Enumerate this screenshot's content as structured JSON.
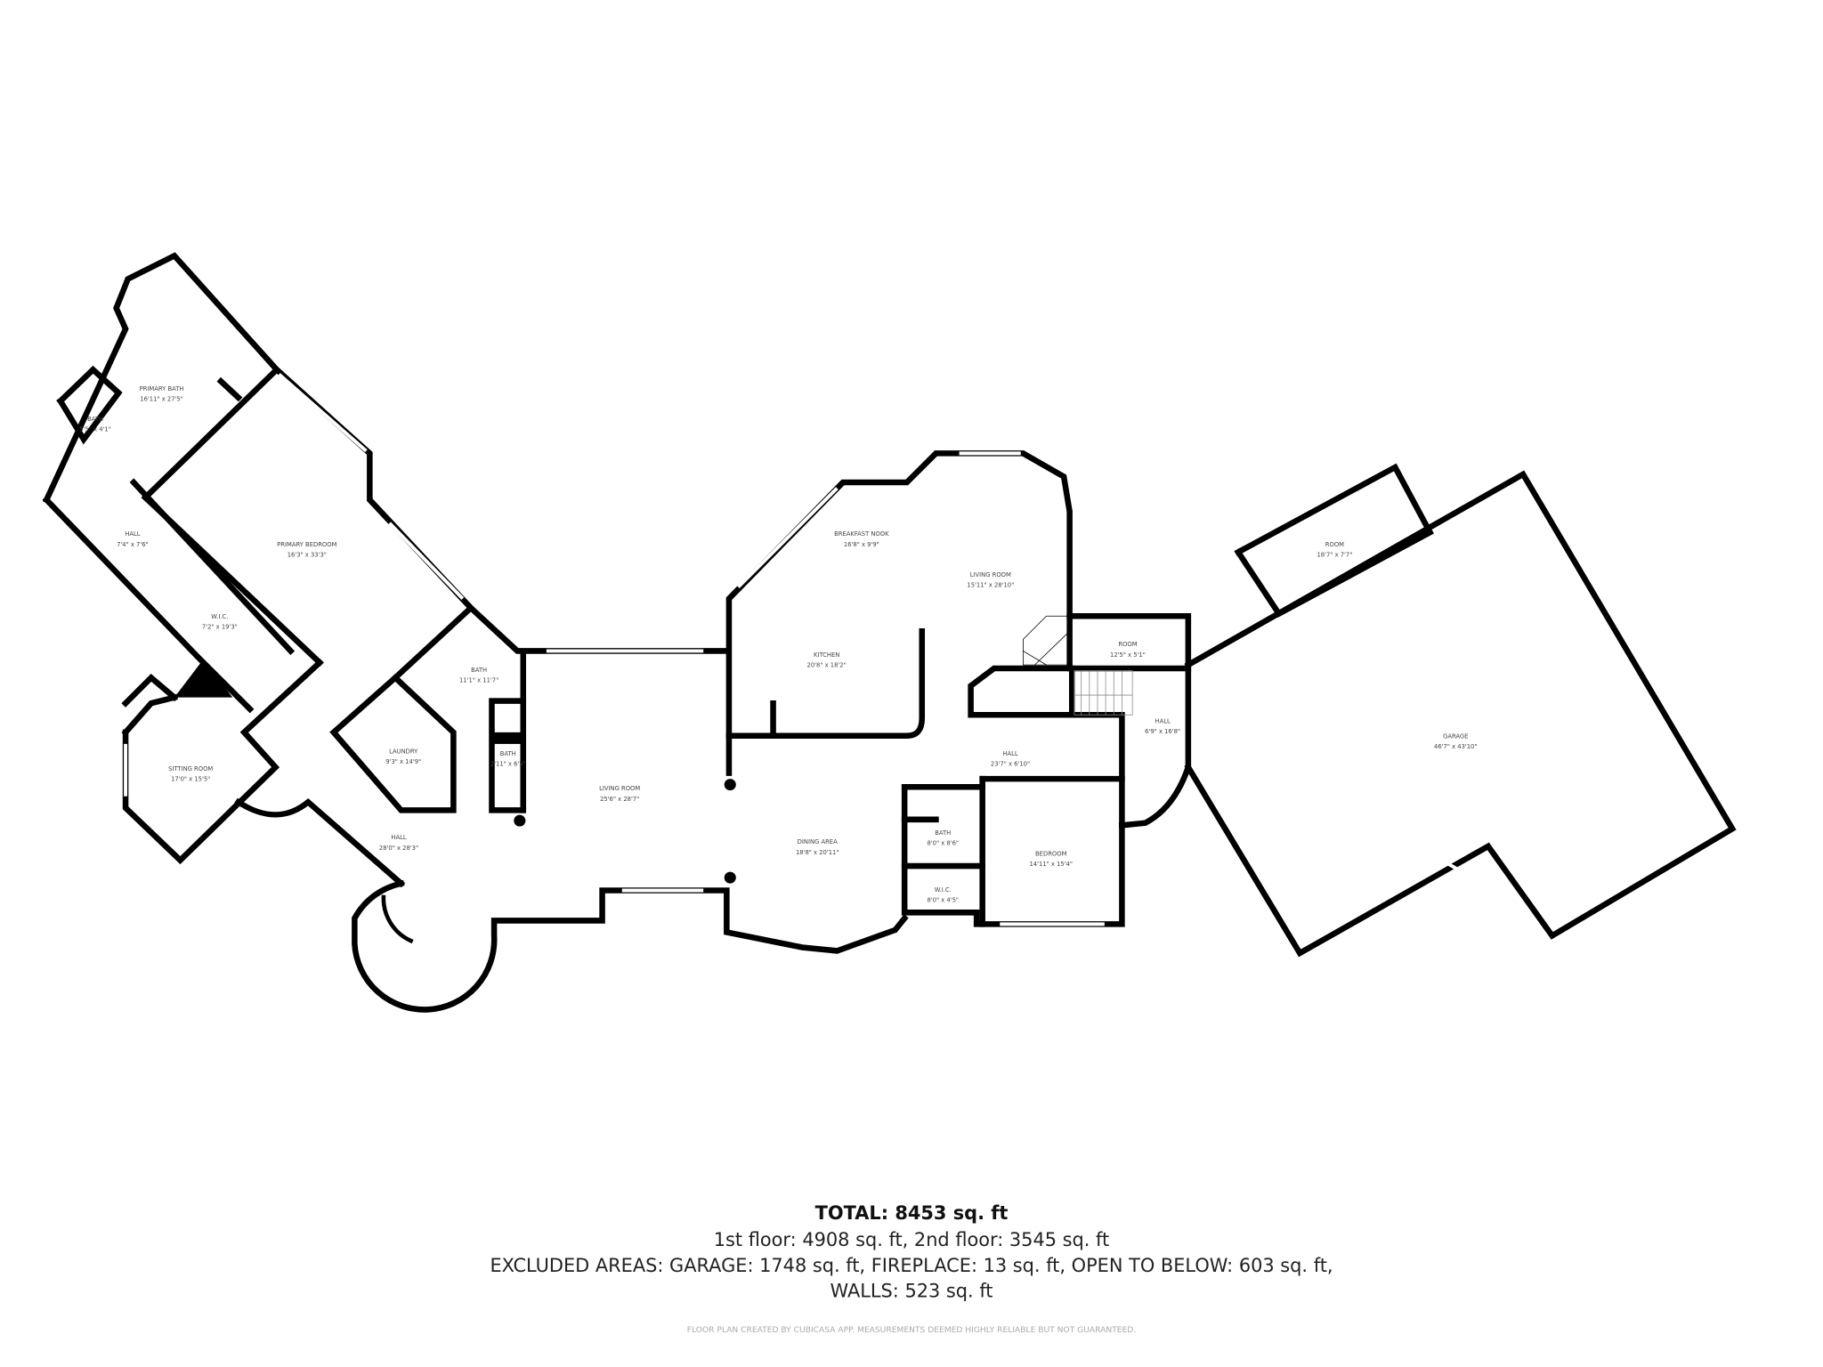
{
  "rooms": {
    "primary_bath": {
      "name": "PRIMARY BATH",
      "dim": "16'11\" x 27'5\""
    },
    "bath_small": {
      "name": "BATH",
      "dim": "5'5\" x 4'1\""
    },
    "hall_upper_left": {
      "name": "HALL",
      "dim": "7'4\" x 7'6\""
    },
    "primary_bedroom": {
      "name": "PRIMARY BEDROOM",
      "dim": "16'3\" x 33'3\""
    },
    "wic_left": {
      "name": "W.I.C.",
      "dim": "7'2\" x 19'3\""
    },
    "bath_mid": {
      "name": "BATH",
      "dim": "11'1\" x 11'7\""
    },
    "laundry": {
      "name": "LAUNDRY",
      "dim": "9'3\" x 14'9\""
    },
    "bath_narrow": {
      "name": "BATH",
      "dim": "2'11\" x 6'5\""
    },
    "sitting_room": {
      "name": "SITTING ROOM",
      "dim": "17'0\" x 15'5\""
    },
    "hall_main": {
      "name": "HALL",
      "dim": "28'0\" x 28'3\""
    },
    "living_room_main": {
      "name": "LIVING ROOM",
      "dim": "25'6\" x 28'7\""
    },
    "breakfast_nook": {
      "name": "BREAKFAST NOOK",
      "dim": "16'8\" x 9'9\""
    },
    "living_room_upper": {
      "name": "LIVING ROOM",
      "dim": "15'11\" x 28'10\""
    },
    "kitchen": {
      "name": "KITCHEN",
      "dim": "20'8\" x 18'2\""
    },
    "room_small": {
      "name": "ROOM",
      "dim": "12'5\" x 5'1\""
    },
    "hall_right": {
      "name": "HALL",
      "dim": "6'9\" x 16'8\""
    },
    "hall_center": {
      "name": "HALL",
      "dim": "23'7\" x 6'10\""
    },
    "dining_area": {
      "name": "DINING AREA",
      "dim": "18'8\" x 20'11\""
    },
    "bath_right": {
      "name": "BATH",
      "dim": "8'0\" x 8'6\""
    },
    "wic_right": {
      "name": "W.I.C.",
      "dim": "8'0\" x 4'5\""
    },
    "bedroom": {
      "name": "BEDROOM",
      "dim": "14'11\" x 15'4\""
    },
    "room_garage": {
      "name": "ROOM",
      "dim": "18'7\" x 7'7\""
    },
    "garage": {
      "name": "GARAGE",
      "dim": "46'7\" x 43'10\""
    }
  },
  "summary": {
    "total_label": "TOTAL: 8453 sq. ft",
    "floors": "1st floor: 4908 sq. ft, 2nd floor: 3545 sq. ft",
    "excluded": "EXCLUDED AREAS: GARAGE: 1748 sq. ft, FIREPLACE: 13 sq. ft, OPEN TO BELOW: 603 sq. ft,",
    "walls": "WALLS: 523 sq. ft",
    "disclaimer": "FLOOR PLAN CREATED BY CUBICASA APP. MEASUREMENTS DEEMED HIGHLY RELIABLE BUT NOT GUARANTEED."
  },
  "colors": {
    "wall": "#000000",
    "background": "#ffffff",
    "label": "#444444",
    "disclaimer": "#aaaaaa"
  }
}
